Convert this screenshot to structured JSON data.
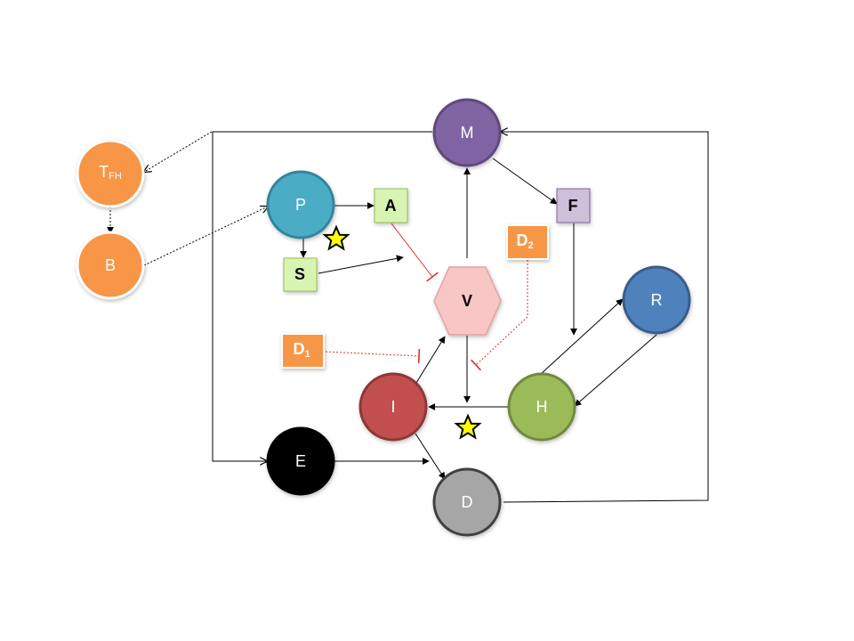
{
  "nodes": {
    "tfh": {
      "label": "T",
      "sub": "FH"
    },
    "b": {
      "label": "B"
    },
    "p": {
      "label": "P"
    },
    "m": {
      "label": "M"
    },
    "r": {
      "label": "R"
    },
    "h": {
      "label": "H"
    },
    "i": {
      "label": "I"
    },
    "e": {
      "label": "E"
    },
    "d": {
      "label": "D"
    },
    "v": {
      "label": "V"
    }
  },
  "boxes": {
    "a": {
      "label": "A"
    },
    "s": {
      "label": "S"
    },
    "f": {
      "label": "F"
    },
    "d1": {
      "label": "D",
      "sub": "1"
    },
    "d2": {
      "label": "D",
      "sub": "2"
    }
  },
  "colors": {
    "orange": "#F79646",
    "teal": "#4BACC6",
    "purple": "#8064A2",
    "blue": "#4F81BD",
    "green": "#9BBB59",
    "red": "#C0504D",
    "black": "#000000",
    "gray": "#A6A6A6",
    "pink": "#F9C6C6",
    "light_green": "#D7F4B3",
    "light_purple": "#CCC0DA",
    "light_yellow": "#FFFFCC",
    "star": "#FFFF00",
    "inhibit": "#E03030"
  },
  "icons": [
    "star-icon",
    "star-icon"
  ]
}
